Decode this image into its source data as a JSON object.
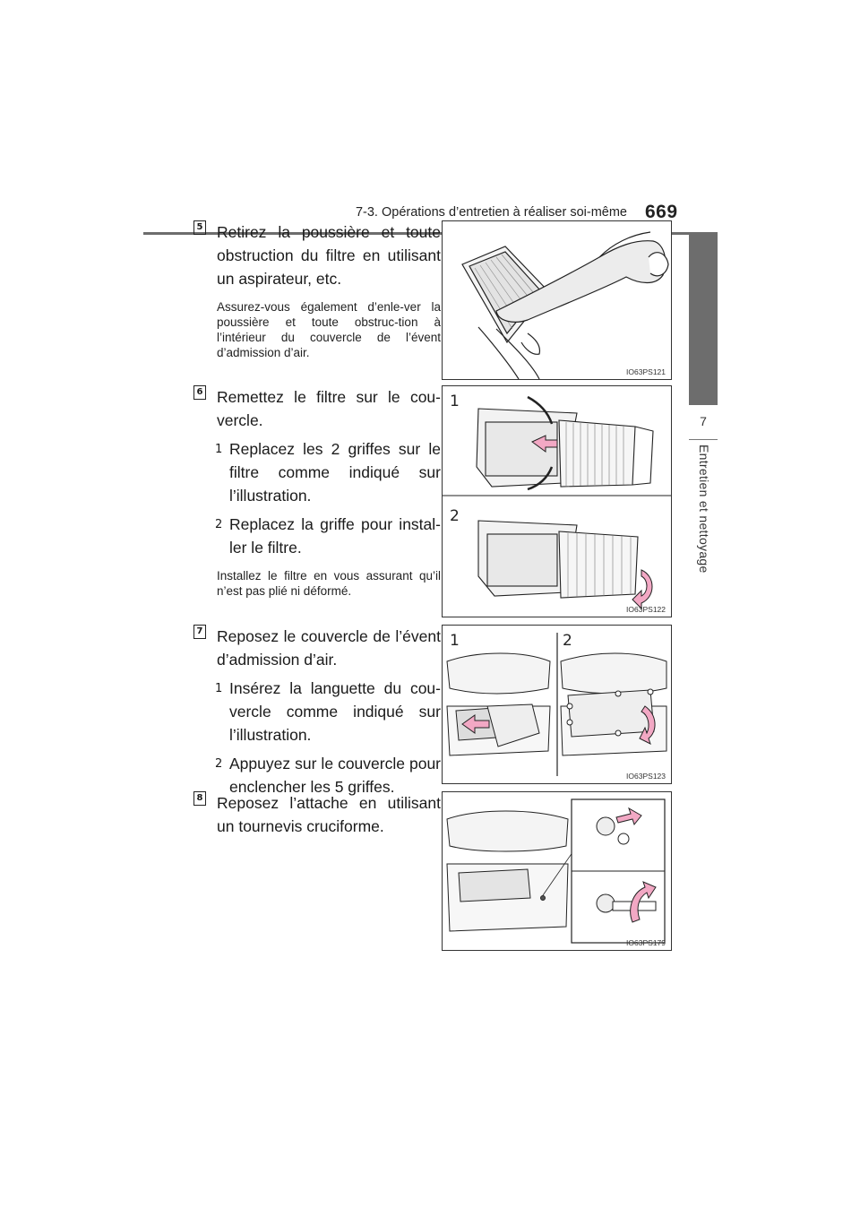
{
  "header": {
    "section_title": "7-3. Opérations d’entretien à réaliser soi-même",
    "page_number": "669"
  },
  "sidebar": {
    "chapter_number": "7",
    "chapter_title": "Entretien et nettoyage"
  },
  "steps": [
    {
      "number": "5",
      "text": "Retirez la poussière et toute obstruction du filtre en utilisant un aspirateur, etc.",
      "note": "Assurez-vous également d’enle-ver la poussière et toute obstruc-tion à l’intérieur du couvercle de l’évent d’admission d’air.",
      "figure_code": "IO63PS121"
    },
    {
      "number": "6",
      "text": "Remettez le filtre sur le cou-vercle.",
      "substeps": [
        {
          "number": "1",
          "text": "Replacez les 2 griffes sur le filtre comme indiqué sur l’illustration."
        },
        {
          "number": "2",
          "text": "Replacez la griffe pour instal-ler le filtre."
        }
      ],
      "note": "Installez le filtre en vous assurant qu’il n’est pas plié ni déformé.",
      "figure_code": "IO63PS122",
      "figure_callouts": [
        "1",
        "2"
      ]
    },
    {
      "number": "7",
      "text": "Reposez le couvercle de l’évent d’admission d’air.",
      "substeps": [
        {
          "number": "1",
          "text": "Insérez la languette du cou-vercle comme indiqué sur l’illustration."
        },
        {
          "number": "2",
          "text": "Appuyez sur le couvercle pour enclencher les 5 griffes."
        }
      ],
      "figure_code": "IO63PS123",
      "figure_callouts": [
        "1",
        "2"
      ]
    },
    {
      "number": "8",
      "text": "Reposez l’attache en utilisant un tournevis cruciforme.",
      "figure_code": "IO63PS179"
    }
  ],
  "colors": {
    "accent_arrow": "#f2a8c4",
    "rule_gray": "#6d6d6d"
  }
}
